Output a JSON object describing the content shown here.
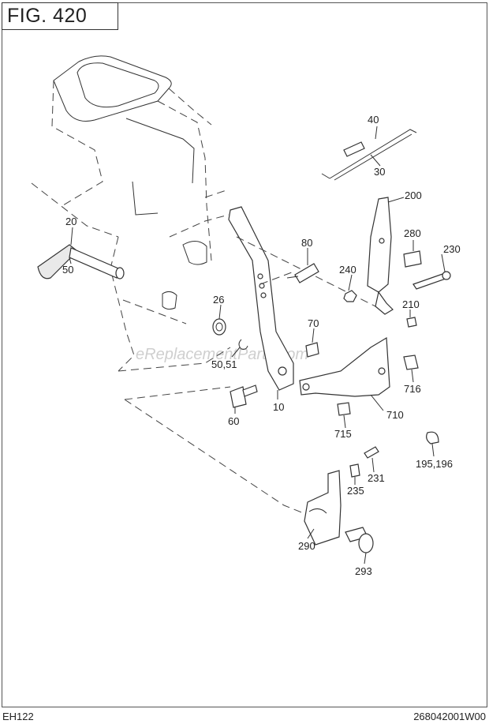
{
  "figure": {
    "title": "FIG. 420"
  },
  "footer": {
    "model": "EH122",
    "part_number": "268042001W00"
  },
  "watermark": "eReplacementParts.com",
  "callouts": {
    "c40": "40",
    "c30": "30",
    "c200": "200",
    "c20": "20",
    "c50": "50",
    "c80": "80",
    "c280": "280",
    "c230": "230",
    "c240": "240",
    "c26": "26",
    "c210": "210",
    "c70": "70",
    "c5051": "50,51",
    "c716": "716",
    "c10": "10",
    "c60": "60",
    "c710": "710",
    "c715": "715",
    "c195196": "195,196",
    "c231": "231",
    "c235": "235",
    "c290": "290",
    "c293": "293"
  }
}
